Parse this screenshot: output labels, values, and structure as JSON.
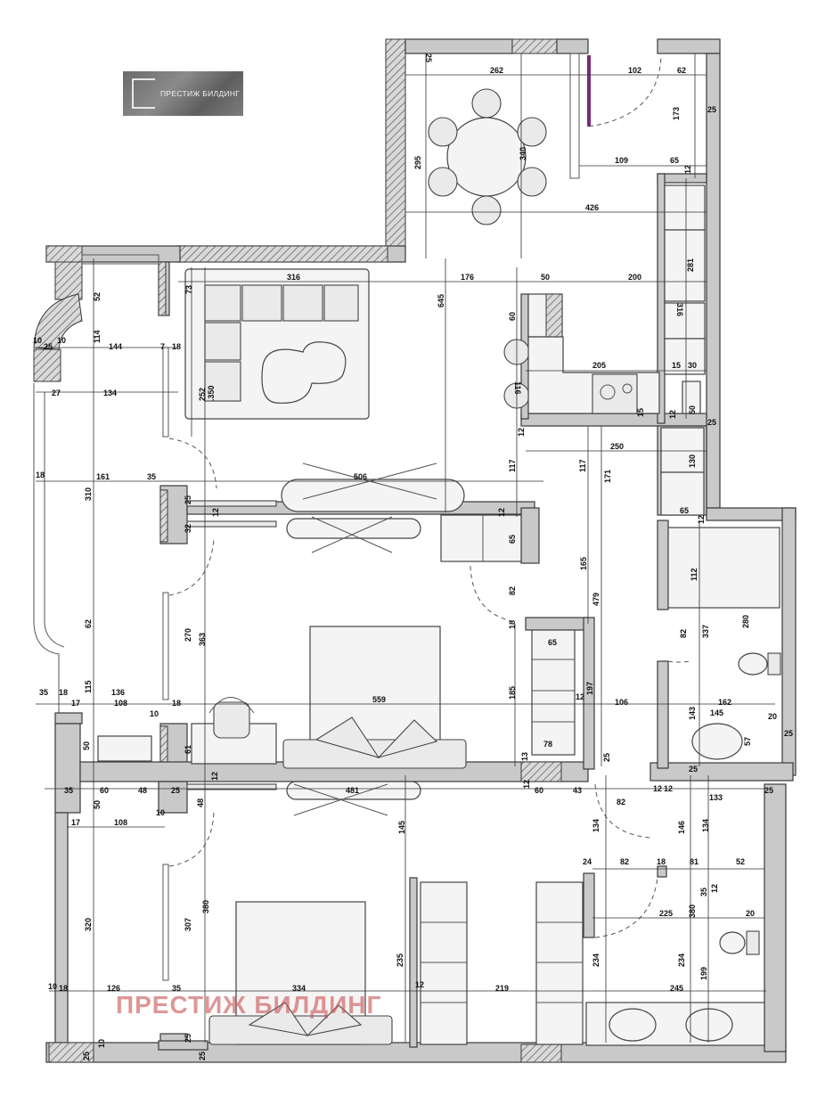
{
  "brand": {
    "logo_text": "ПРЕСТИЖ БИЛДИНГ",
    "watermark_text": "ПРЕСТИЖ БИЛДИНГ",
    "watermark_color": "#c85050",
    "accent_door_color": "#7a2a7a"
  },
  "dimensions": [
    "25",
    "262",
    "102",
    "62",
    "173",
    "25",
    "295",
    "340",
    "109",
    "65",
    "12",
    "426",
    "645",
    "176",
    "50",
    "200",
    "281",
    "316",
    "316",
    "73",
    "60",
    "52",
    "114",
    "10",
    "25",
    "10",
    "144",
    "7",
    "18",
    "205",
    "15",
    "30",
    "116",
    "252",
    ".350",
    "27",
    "134",
    "15",
    "12",
    "50",
    "25",
    "12",
    "117",
    "117",
    "250",
    "171",
    "130",
    "18",
    "161",
    "35",
    "506",
    "310",
    "25",
    "12",
    "12",
    "65",
    "32",
    "65",
    "12",
    "165",
    "479",
    "82",
    "112",
    "280",
    "82",
    "337",
    "18",
    "65",
    "270",
    "363",
    "62",
    "197",
    "185",
    "12",
    "106",
    "162",
    "145",
    "20",
    "143",
    "35",
    "18",
    "115",
    "136",
    "17",
    "108",
    "18",
    "10",
    "559",
    "57",
    "25",
    "61",
    "50",
    "78",
    "13",
    "25",
    "25",
    "12",
    "12",
    "133",
    "25",
    "35",
    "60",
    "48",
    "25",
    "481",
    "12",
    "60",
    "43",
    "82",
    "12",
    "50",
    "10",
    "48",
    "17",
    "108",
    "145",
    "134",
    "146",
    "134",
    "24",
    "82",
    "18",
    "81",
    "52",
    "35",
    "12",
    "20",
    "380",
    "225",
    "320",
    "307",
    "380",
    "235",
    "234",
    "234",
    "199",
    "10",
    "18",
    "126",
    "35",
    "334",
    "12",
    "219",
    "245",
    "25",
    "25",
    "10",
    "25"
  ]
}
